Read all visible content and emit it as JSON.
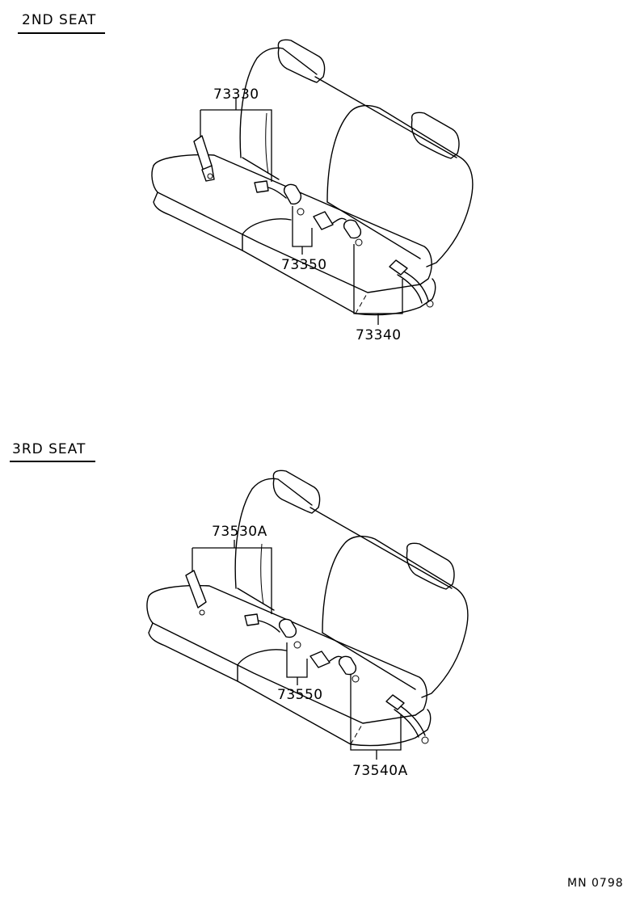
{
  "sections": [
    {
      "title": "2ND SEAT",
      "parts": {
        "outer_belt_left": "73330",
        "center_buckle": "73350",
        "outer_belt_right": "73340"
      }
    },
    {
      "title": "3RD SEAT",
      "parts": {
        "outer_belt_left": "73530A",
        "center_buckle": "73550",
        "outer_belt_right": "73540A"
      }
    }
  ],
  "footer": {
    "code": "MN  0798"
  }
}
